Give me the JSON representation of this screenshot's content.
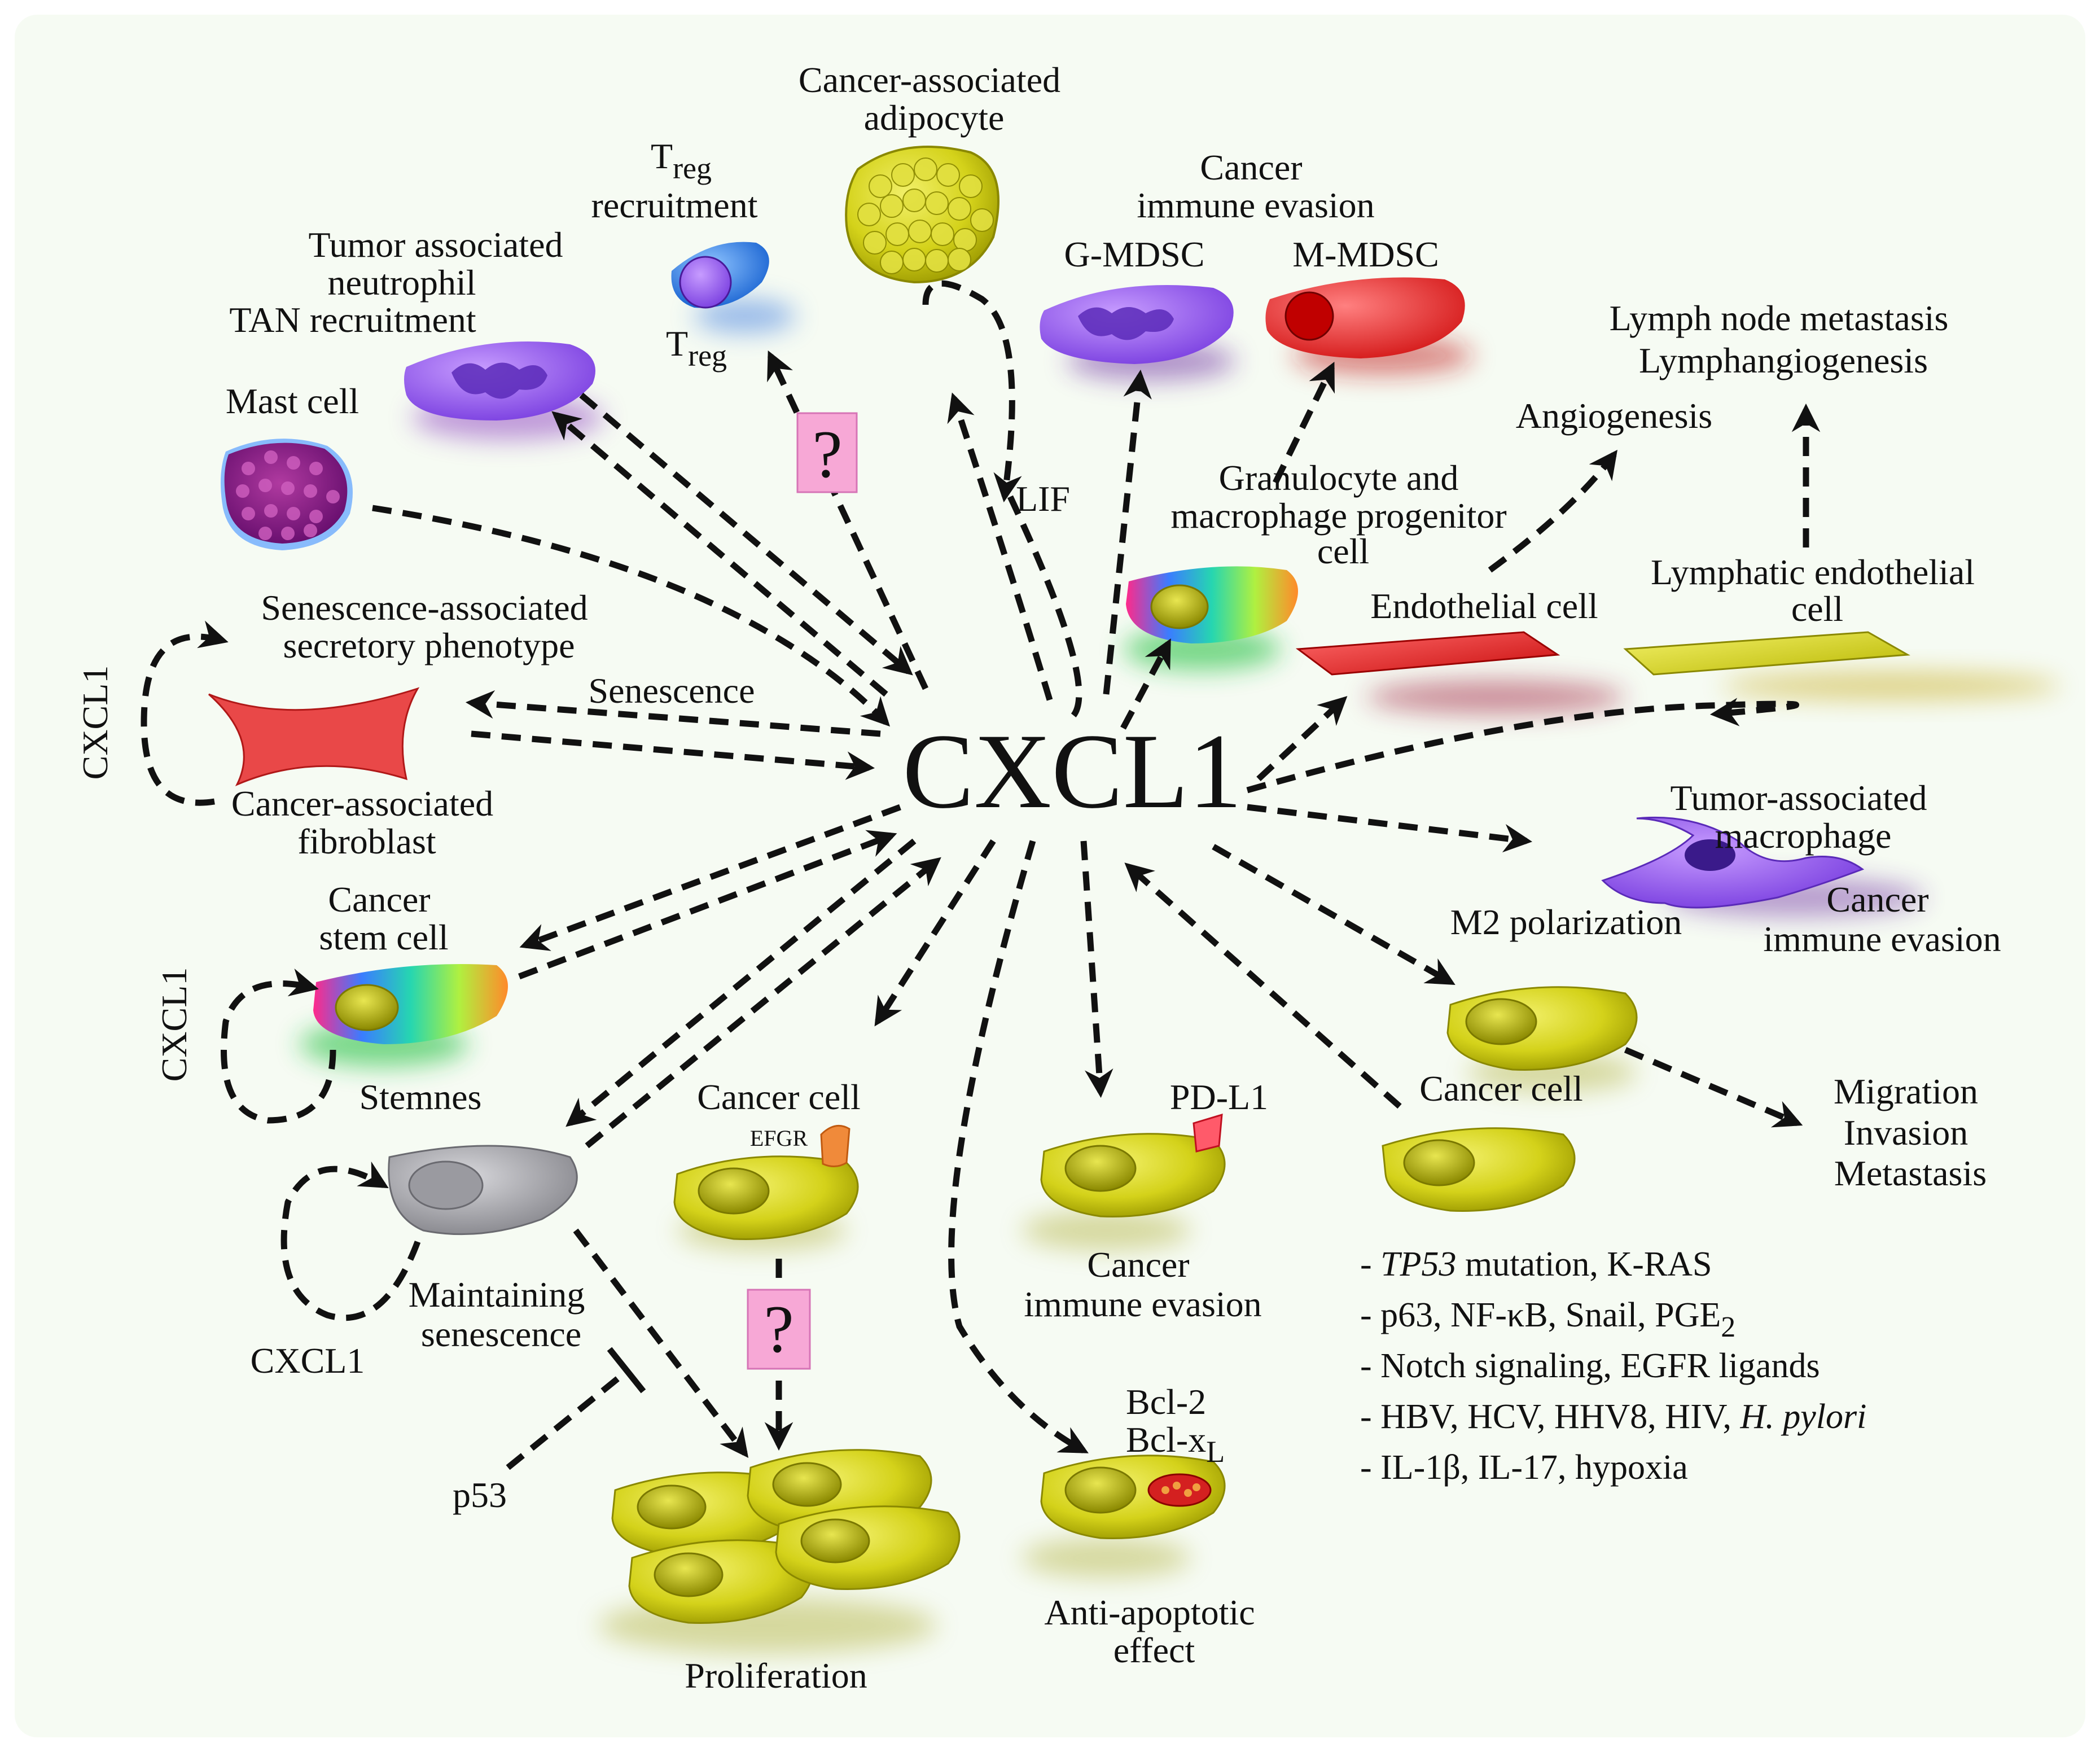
{
  "center": "CXCL1",
  "labels": {
    "adipocyte": [
      "Cancer-associated",
      "adipocyte"
    ],
    "treg_title_main": "T",
    "treg_title_sub": "reg",
    "treg_recruit": "recruitment",
    "treg_cell_main": "T",
    "treg_cell_sub": "reg",
    "tan": [
      "Tumor associated",
      "neutrophil",
      "TAN recruitment"
    ],
    "mast": "Mast cell",
    "immune_evasion_top": [
      "Cancer",
      "immune evasion"
    ],
    "gmdsc": "G-MDSC",
    "mmdsc": "M-MDSC",
    "lymph": [
      "Lymph node metastasis",
      "Lymphangiogenesis"
    ],
    "angio": "Angiogenesis",
    "lif": "LIF",
    "progenitor": [
      "Granulocyte and",
      "macrophage progenitor",
      "cell"
    ],
    "endothelial": "Endothelial cell",
    "lymph_endo": [
      "Lymphatic endothelial",
      "cell"
    ],
    "sasp": [
      "Senescence-associated",
      "secretory phenotype"
    ],
    "senescence": "Senescence",
    "cxcl1_loop_caf": "CXCL1",
    "caf": [
      "Cancer-associated",
      "fibroblast"
    ],
    "tam": [
      "Tumor-associated",
      "macrophage"
    ],
    "m2": "M2 polarization",
    "tam_evasion": [
      "Cancer",
      "immune evasion"
    ],
    "csc": [
      "Cancer",
      "stem cell"
    ],
    "cxcl1_loop_csc": "CXCL1",
    "stemness": "Stemnes",
    "cancer_cell_left": "Cancer cell",
    "egfr": "EFGR",
    "pdl1": "PD-L1",
    "cancer_cell_right": "Cancer cell",
    "migration": [
      "Migration",
      "Invasion",
      "Metastasis"
    ],
    "maintaining": [
      "Maintaining",
      "senescence"
    ],
    "cxcl1_loop_sen": "CXCL1",
    "immune_evasion_bottom": [
      "Cancer",
      "immune evasion"
    ],
    "bcl2": "Bcl-2",
    "bclxl_main": "Bcl-x",
    "bclxl_sub": "L",
    "anti_apoptotic": [
      "Anti-apoptotic",
      "effect"
    ],
    "p53": "p53",
    "proliferation": "Proliferation",
    "question": "?"
  },
  "inducers": [
    {
      "italic": "TP53",
      "text": " mutation, K-RAS"
    },
    {
      "text": "p63, NF-κB, Snail, PGE",
      "sub": "2"
    },
    {
      "text": "Notch signaling, EGFR ligands"
    },
    {
      "text": "HBV, HCV, HHV8, HIV, ",
      "italic_end": "H. pylori"
    },
    {
      "text": "IL-1β, IL-17, hypoxia"
    }
  ],
  "colors": {
    "background": "#f6fbf3",
    "cancer_cell": "#d4d21a",
    "neutrophil": "#a06cf0",
    "m_mdsc": "#ee3232",
    "fibroblast": "#e94848",
    "question_box": "#f7a8d6",
    "senescent_cell": "#a8a8ac"
  }
}
